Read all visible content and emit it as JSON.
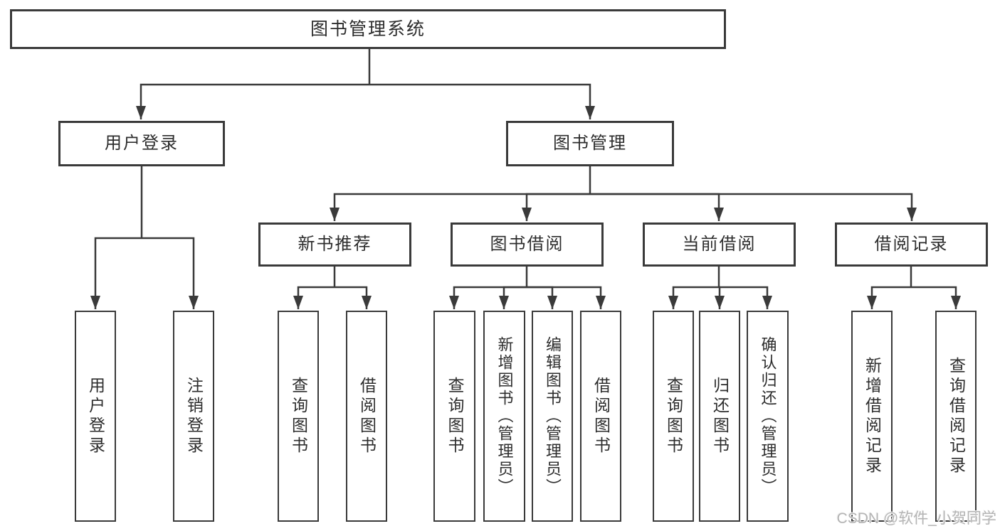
{
  "colors": {
    "line": "#3a3a3a",
    "text": "#2d2d2d",
    "background": "#ffffff",
    "watermark": "#b4b4b4"
  },
  "watermark": "CSDN @软件_小贺同学",
  "tree": {
    "label": "图书管理系统",
    "children": [
      {
        "label": "用户登录",
        "children": [
          {
            "label": "用户登录"
          },
          {
            "label": "注销登录"
          }
        ]
      },
      {
        "label": "图书管理",
        "children": [
          {
            "label": "新书推荐",
            "children": [
              {
                "label": "查询图书"
              },
              {
                "label": "借阅图书"
              }
            ]
          },
          {
            "label": "图书借阅",
            "children": [
              {
                "label": "查询图书"
              },
              {
                "label": "新增图书（管理员）"
              },
              {
                "label": "编辑图书（管理员）"
              },
              {
                "label": "借阅图书"
              }
            ]
          },
          {
            "label": "当前借阅",
            "children": [
              {
                "label": "查询图书"
              },
              {
                "label": "归还图书"
              },
              {
                "label": "确认归还（管理员）"
              }
            ]
          },
          {
            "label": "借阅记录",
            "children": [
              {
                "label": "新增借阅记录"
              },
              {
                "label": "查询借阅记录"
              }
            ]
          }
        ]
      }
    ]
  }
}
